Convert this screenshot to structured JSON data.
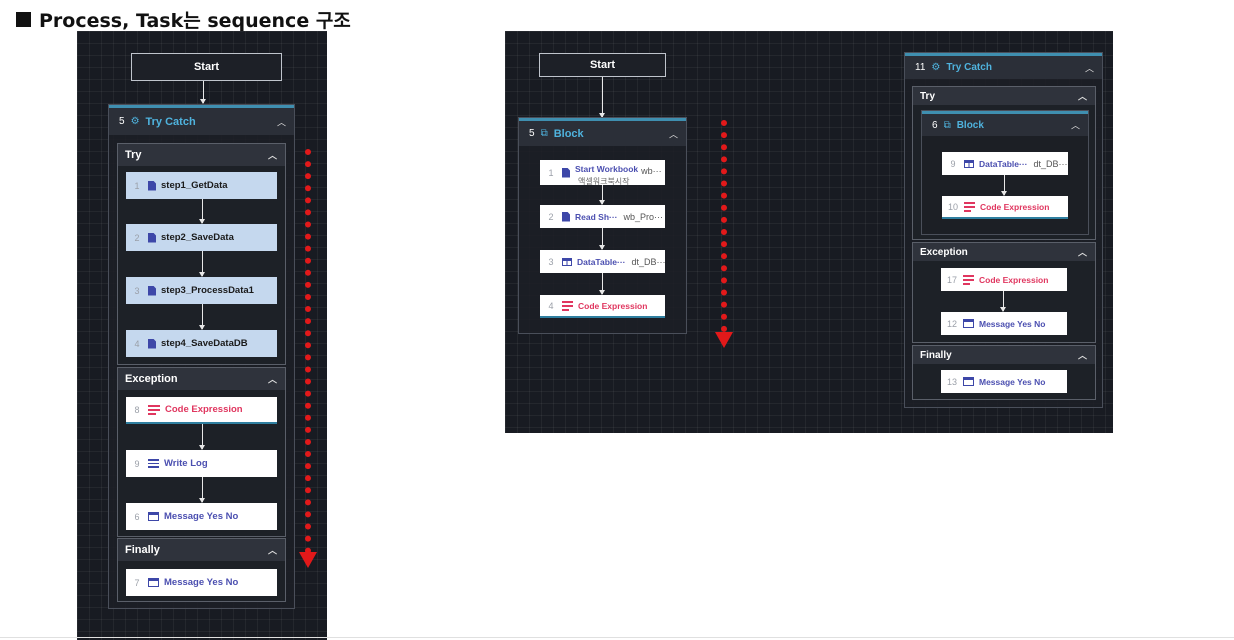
{
  "heading": "Process, Task는 sequence 구조",
  "left": {
    "start_label": "Start",
    "trycatch": {
      "num": "5",
      "title": "Try Catch"
    },
    "try_label": "Try",
    "try_steps": [
      {
        "num": "1",
        "label": "step1_GetData"
      },
      {
        "num": "2",
        "label": "step2_SaveData"
      },
      {
        "num": "3",
        "label": "step3_ProcessData1"
      },
      {
        "num": "4",
        "label": "step4_SaveDataDB"
      }
    ],
    "exception_label": "Exception",
    "exception_steps": [
      {
        "num": "8",
        "label": "Code Expression",
        "icon": "code-expression-icon"
      },
      {
        "num": "9",
        "label": "Write Log",
        "icon": "write-log-icon"
      },
      {
        "num": "6",
        "label": "Message Yes No",
        "icon": "message-box-icon"
      }
    ],
    "finally_label": "Finally",
    "finally_steps": [
      {
        "num": "7",
        "label": "Message Yes No",
        "icon": "message-box-icon"
      }
    ]
  },
  "middle": {
    "start_label": "Start",
    "block": {
      "num": "5",
      "title": "Block"
    },
    "steps": [
      {
        "num": "1",
        "label": "Start Workbook",
        "sub": "wb···",
        "sub2": "액셀워크북시작"
      },
      {
        "num": "2",
        "label": "Read Sh···",
        "sub": "wb_Pro···"
      },
      {
        "num": "3",
        "label": "DataTable···",
        "sub": "dt_DB···"
      },
      {
        "num": "4",
        "label": "Code Expression"
      }
    ]
  },
  "right": {
    "trycatch": {
      "num": "11",
      "title": "Try Catch"
    },
    "try_label": "Try",
    "block": {
      "num": "6",
      "title": "Block"
    },
    "block_steps": [
      {
        "num": "9",
        "label": "DataTable···",
        "sub": "dt_DB···"
      },
      {
        "num": "10",
        "label": "Code Expression"
      }
    ],
    "exception_label": "Exception",
    "exception_steps": [
      {
        "num": "17",
        "label": "Code Expression"
      },
      {
        "num": "12",
        "label": "Message Yes No"
      }
    ],
    "finally_label": "Finally",
    "finally_steps": [
      {
        "num": "13",
        "label": "Message Yes No"
      }
    ]
  },
  "colors": {
    "accent_blue": "#4fb3de",
    "code_red": "#e0365f",
    "flow_arrow": "#e2191a",
    "canvas": "#181b22"
  }
}
